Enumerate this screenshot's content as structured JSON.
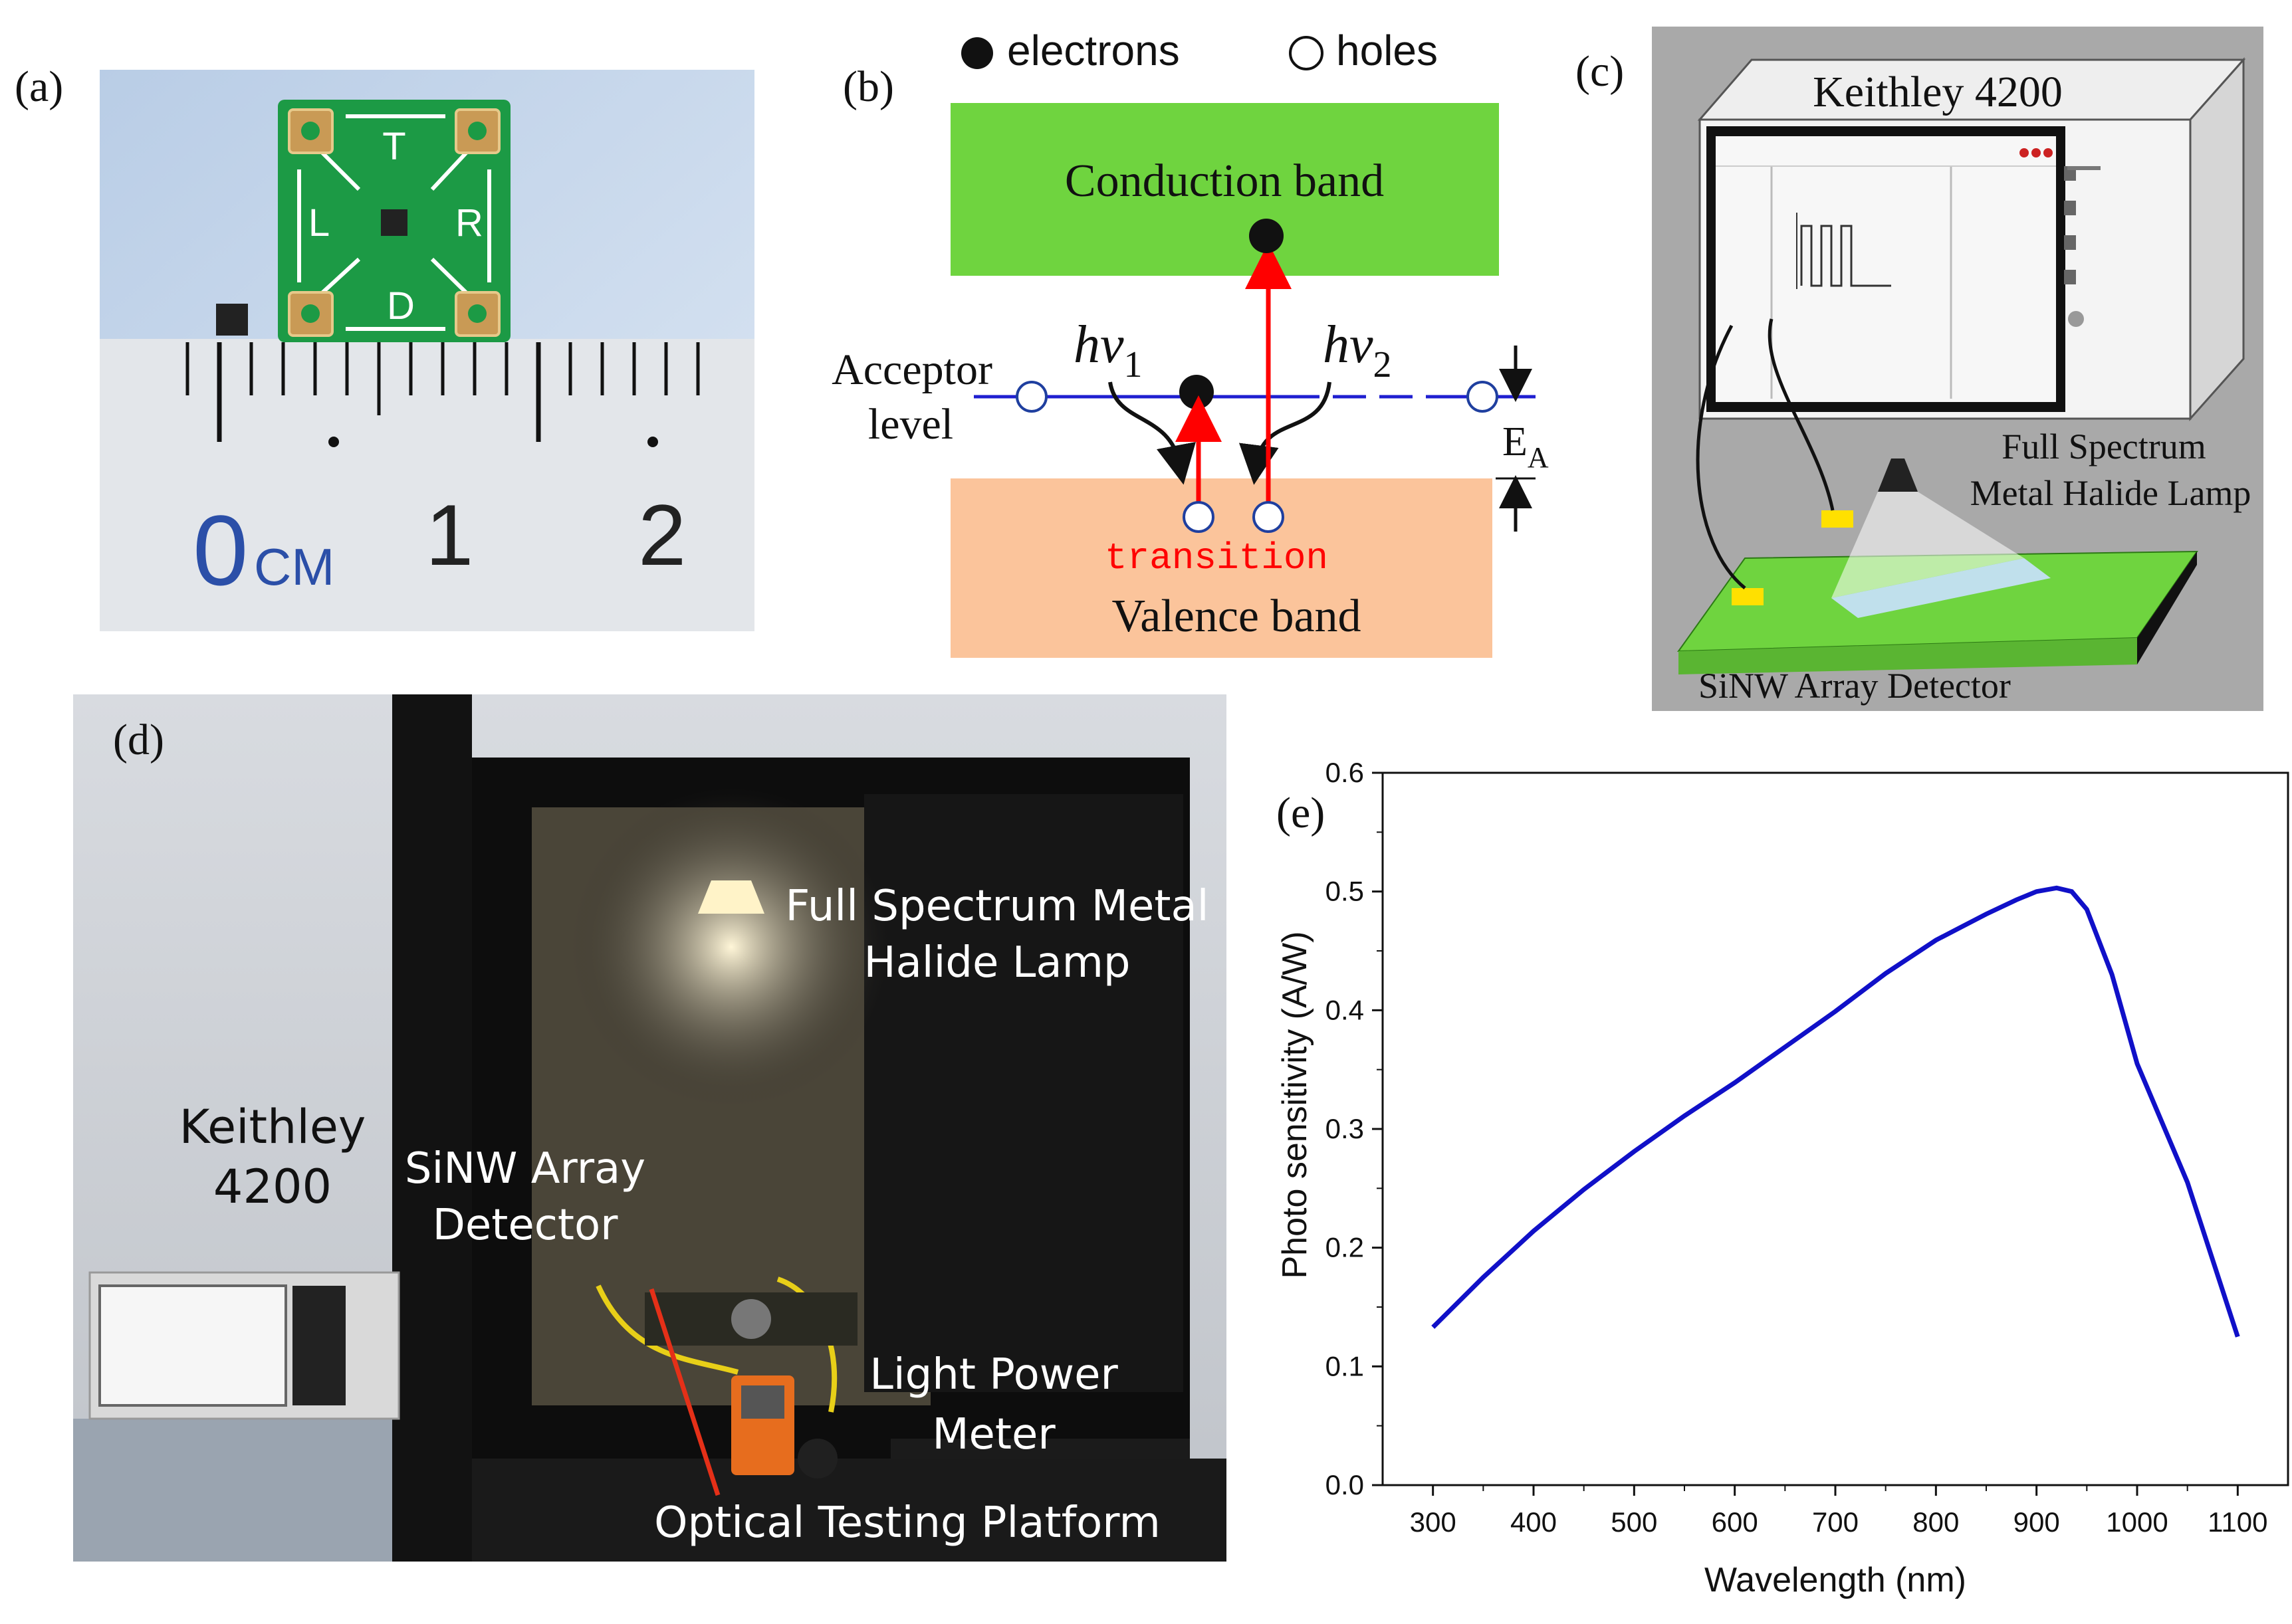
{
  "panels": {
    "a": {
      "label": "(a)",
      "board_letters": {
        "top": "T",
        "left": "L",
        "right": "R",
        "bottom": "D"
      },
      "ruler": {
        "numbers": [
          "0",
          "1",
          "2"
        ],
        "unit": "CM"
      }
    },
    "b": {
      "label": "(b)",
      "legend": {
        "electrons": "electrons",
        "holes": "holes"
      },
      "conduction_band": "Conduction band",
      "valence_band": "Valence band",
      "acceptor_line1": "Acceptor",
      "acceptor_line2": "level",
      "hv1_main": "hν",
      "hv1_sub": "1",
      "hv2_main": "hν",
      "hv2_sub": "2",
      "transition": "transition",
      "ea_main": "E",
      "ea_sub": "A",
      "colors": {
        "conduction": "#6fd43f",
        "valence": "#fbc49b",
        "arrow": "#ff0000",
        "level": "#1f1fd0"
      }
    },
    "c": {
      "label": "(c)",
      "instrument": "Keithley 4200",
      "lamp_line1": "Full Spectrum",
      "lamp_line2": "Metal Halide Lamp",
      "detector": "SiNW Array Detector"
    },
    "d": {
      "label": "(d)",
      "keithley_line1": "Keithley",
      "keithley_line2": "4200",
      "lamp_line1": "Full Spectrum Metal",
      "lamp_line2": "Halide Lamp",
      "detector_line1": "SiNW Array",
      "detector_line2": "Detector",
      "meter_line1": "Light Power",
      "meter_line2": "Meter",
      "platform": "Optical Testing Platform"
    },
    "e": {
      "label": "(e)"
    }
  },
  "chart_data": {
    "type": "line",
    "xlabel": "Wavelength (nm)",
    "ylabel": "Photo sensitivity (A/W)",
    "xlim": [
      250,
      1150
    ],
    "ylim": [
      0.0,
      0.6
    ],
    "xticks": [
      "300",
      "400",
      "500",
      "600",
      "700",
      "800",
      "900",
      "1000",
      "1100"
    ],
    "yticks": [
      "0.0",
      "0.1",
      "0.2",
      "0.3",
      "0.4",
      "0.5",
      "0.6"
    ],
    "line_color": "#1010c8",
    "x": [
      300,
      350,
      400,
      450,
      500,
      550,
      600,
      650,
      700,
      750,
      800,
      850,
      880,
      900,
      920,
      935,
      950,
      975,
      1000,
      1050,
      1100
    ],
    "y": [
      0.133,
      0.175,
      0.214,
      0.249,
      0.281,
      0.311,
      0.339,
      0.369,
      0.399,
      0.431,
      0.459,
      0.481,
      0.493,
      0.5,
      0.503,
      0.5,
      0.485,
      0.43,
      0.355,
      0.255,
      0.125
    ],
    "grid": false
  }
}
